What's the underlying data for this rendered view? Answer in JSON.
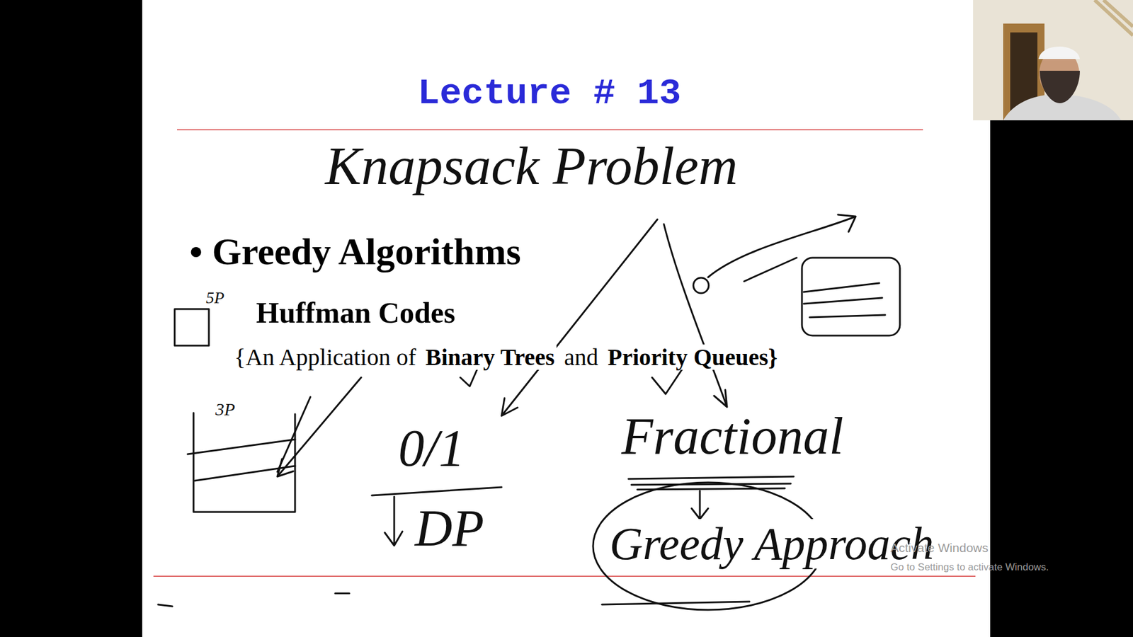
{
  "diagram": {
    "title": "Lecture # 13",
    "labels": [
      "• Greedy Algorithms",
      "Huffman Codes",
      "{An Application of",
      "Binary Trees",
      "and",
      "Priority Queues}",
      "Knapsack Problem",
      "5P",
      "3P",
      "0/1",
      "DP",
      "Fractional",
      "Greedy Approach",
      "Activate Windows",
      "Go to Settings to activate Windows."
    ]
  }
}
